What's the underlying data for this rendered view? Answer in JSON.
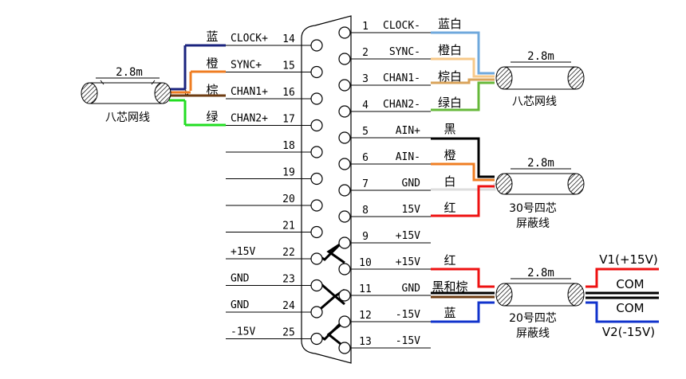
{
  "left_pins": [
    {
      "num": "14",
      "signal": "CLOCK+",
      "color_label": "蓝",
      "wire_color": "#1a237e"
    },
    {
      "num": "15",
      "signal": "SYNC+",
      "color_label": "橙",
      "wire_color": "#ef7d22"
    },
    {
      "num": "16",
      "signal": "CHAN1+",
      "color_label": "棕",
      "wire_color": "#6d3b12"
    },
    {
      "num": "17",
      "signal": "CHAN2+",
      "color_label": "绿",
      "wire_color": "#22dd22"
    },
    {
      "num": "18",
      "signal": "",
      "color_label": "",
      "wire_color": ""
    },
    {
      "num": "19",
      "signal": "",
      "color_label": "",
      "wire_color": ""
    },
    {
      "num": "20",
      "signal": "",
      "color_label": "",
      "wire_color": ""
    },
    {
      "num": "21",
      "signal": "",
      "color_label": "",
      "wire_color": ""
    },
    {
      "num": "22",
      "signal": "+15V",
      "color_label": "",
      "wire_color": ""
    },
    {
      "num": "23",
      "signal": "GND",
      "color_label": "",
      "wire_color": ""
    },
    {
      "num": "24",
      "signal": "GND",
      "color_label": "",
      "wire_color": ""
    },
    {
      "num": "25",
      "signal": "-15V",
      "color_label": "",
      "wire_color": ""
    }
  ],
  "right_pins": [
    {
      "num": "1",
      "signal": "CLOCK-",
      "color_label": "蓝白",
      "wire_color": "#6fa8dc"
    },
    {
      "num": "2",
      "signal": "SYNC-",
      "color_label": "橙白",
      "wire_color": "#f7c98a"
    },
    {
      "num": "3",
      "signal": "CHAN1-",
      "color_label": "棕白",
      "wire_color": "#d9a35a"
    },
    {
      "num": "4",
      "signal": "CHAN2-",
      "color_label": "绿白",
      "wire_color": "#66b83a"
    },
    {
      "num": "5",
      "signal": "AIN+",
      "color_label": "黑",
      "wire_color": "#000000"
    },
    {
      "num": "6",
      "signal": "AIN-",
      "color_label": "橙",
      "wire_color": "#ef7d22"
    },
    {
      "num": "7",
      "signal": "GND",
      "color_label": "白",
      "wire_color": "#dddddd"
    },
    {
      "num": "8",
      "signal": "15V",
      "color_label": "红",
      "wire_color": "#ee1111"
    },
    {
      "num": "9",
      "signal": "+15V",
      "color_label": "",
      "wire_color": ""
    },
    {
      "num": "10",
      "signal": "+15V",
      "color_label": "红",
      "wire_color": "#ee1111"
    },
    {
      "num": "11",
      "signal": "GND",
      "color_label": "黑和棕",
      "wire_color": "#000000"
    },
    {
      "num": "12",
      "signal": "-15V",
      "color_label": "蓝",
      "wire_color": "#1133cc"
    },
    {
      "num": "13",
      "signal": "-15V",
      "color_label": "",
      "wire_color": ""
    }
  ],
  "cables": {
    "left": {
      "length": "2.8m",
      "caption": "八芯网线"
    },
    "right_top": {
      "length": "2.8m",
      "caption": "八芯网线"
    },
    "right_mid": {
      "length": "2.8m",
      "caption_1": "30号四芯",
      "caption_2": "屏蔽线"
    },
    "right_bot": {
      "length": "2.8m",
      "caption_1": "20号四芯",
      "caption_2": "屏蔽线"
    }
  },
  "outputs": {
    "v1": "V1(+15V)",
    "com1": "COM",
    "com2": "COM",
    "v2": "V2(-15V)",
    "v1_color": "#ee1111",
    "com_color": "#000000",
    "v2_color": "#1133cc"
  }
}
